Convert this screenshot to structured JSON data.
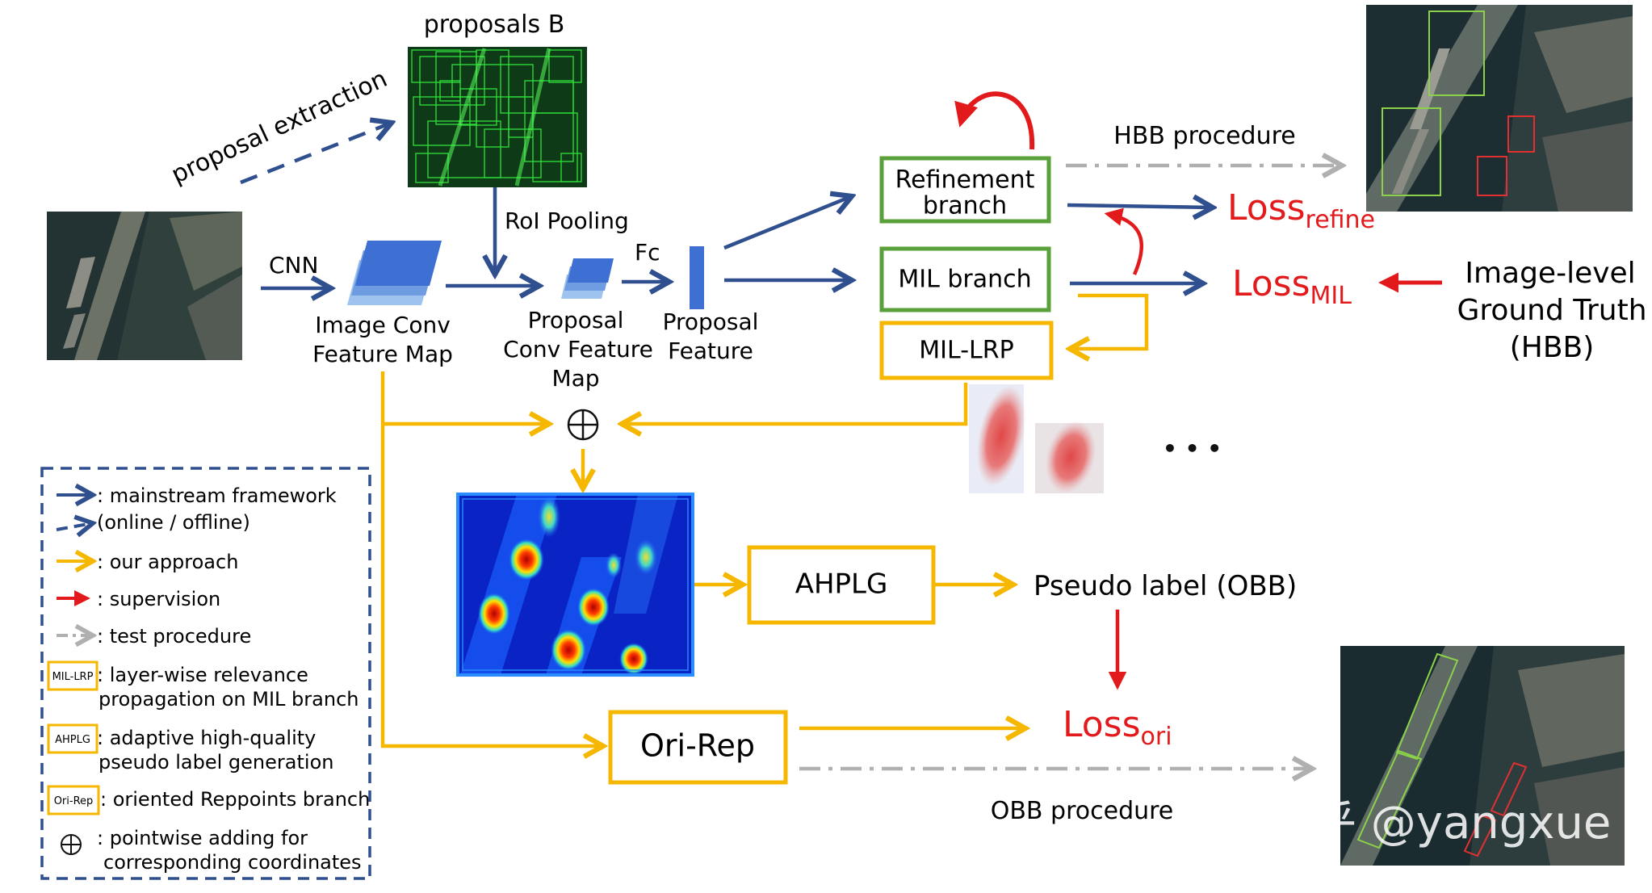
{
  "labels": {
    "proposals_title": "proposals B",
    "proposal_extraction": "proposal extraction",
    "roi_pooling": "RoI Pooling",
    "cnn": "CNN",
    "fc": "Fc",
    "image_conv_line1": "Image Conv",
    "image_conv_line2": "Feature Map",
    "proposal_conv_line1": "Proposal",
    "proposal_conv_line2": "Conv Feature",
    "proposal_conv_line3": "Map",
    "proposal_feature_line1": "Proposal",
    "proposal_feature_line2": "Feature",
    "hbb_procedure": "HBB procedure",
    "obb_procedure": "OBB procedure",
    "image_level_line1": "Image-level",
    "image_level_line2": "Ground Truth",
    "image_level_line3": "(HBB)",
    "pseudo_label": "Pseudo label (OBB)",
    "ellipsis": "• • •",
    "watermark": "知乎 @yangxue"
  },
  "boxes": {
    "refinement_line1": "Refinement",
    "refinement_line2": "branch",
    "mil_branch": "MIL branch",
    "mil_lrp": "MIL-LRP",
    "ahplg": "AHPLG",
    "ori_rep": "Ori-Rep"
  },
  "losses": {
    "refine_main": "Loss",
    "refine_sub": "refine",
    "mil_main": "Loss",
    "mil_sub": "MIL",
    "ori_main": "Loss",
    "ori_sub": "ori"
  },
  "legend": {
    "mainstream": ": mainstream framework",
    "online_offline": "(online / offline)",
    "our_approach": ": our approach",
    "supervision": ": supervision",
    "test_procedure": ": test procedure",
    "mil_lrp_tag": "MIL-LRP",
    "mil_lrp_line1": ": layer-wise relevance",
    "mil_lrp_line2": "propagation on MIL branch",
    "ahplg_tag": "AHPLG",
    "ahplg_line1": ": adaptive high-quality",
    "ahplg_line2": "pseudo label generation",
    "orirep_tag": "Ori-Rep",
    "orirep_line1": ": oriented Reppoints branch",
    "pointwise_line1": ": pointwise adding for",
    "pointwise_line2": "corresponding coordinates"
  },
  "colors": {
    "mainstream": "#2f4f8f",
    "our_approach": "#f5b700",
    "supervision": "#e31a1c",
    "test": "#b0b0b0",
    "green_box": "#5aa03a",
    "loss_text": "#e31a1c"
  }
}
